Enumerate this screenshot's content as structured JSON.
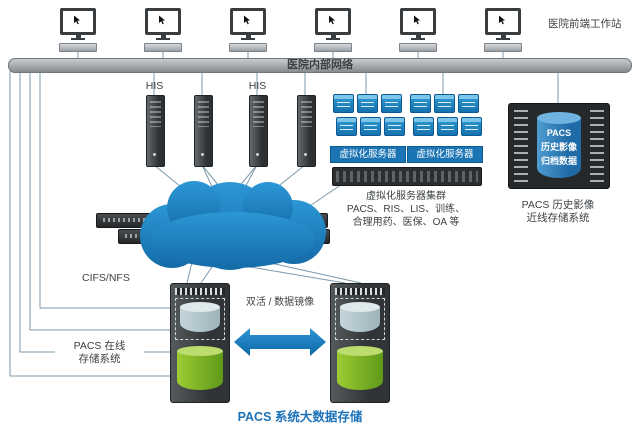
{
  "title": "PACS 系统大数据存储",
  "top": {
    "workstation_label": "医院前端工作站",
    "network_label": "医院内部网络"
  },
  "his": {
    "label_a": "HIS",
    "label_b": "HIS"
  },
  "virtualization": {
    "banner_left": "虚拟化服务器",
    "banner_right": "虚拟化服务器",
    "caption_title": "虚拟化服务器集群",
    "caption_line1": "PACS、RIS、LIS、训练、",
    "caption_line2": "合理用药、医保、OA 等"
  },
  "nearline": {
    "disk_line1": "PACS",
    "disk_line2": "历史影像",
    "disk_line3": "归档数据",
    "caption_line1": "PACS 历史影像",
    "caption_line2": "近线存储系统"
  },
  "online": {
    "protocol_label": "CIFS/NFS",
    "caption_line1": "PACS 在线",
    "caption_line2": "存储系统",
    "mirror_label": "双活 / 数据镜像"
  },
  "colors": {
    "accent_blue": "#1e73b8",
    "cloud_blue": "#1d84c6",
    "server_blue": "#1472ae",
    "bar_gray": "#9aa0a5",
    "green_disk": "#6fb320",
    "teal_disk": "#b7ccd2"
  }
}
